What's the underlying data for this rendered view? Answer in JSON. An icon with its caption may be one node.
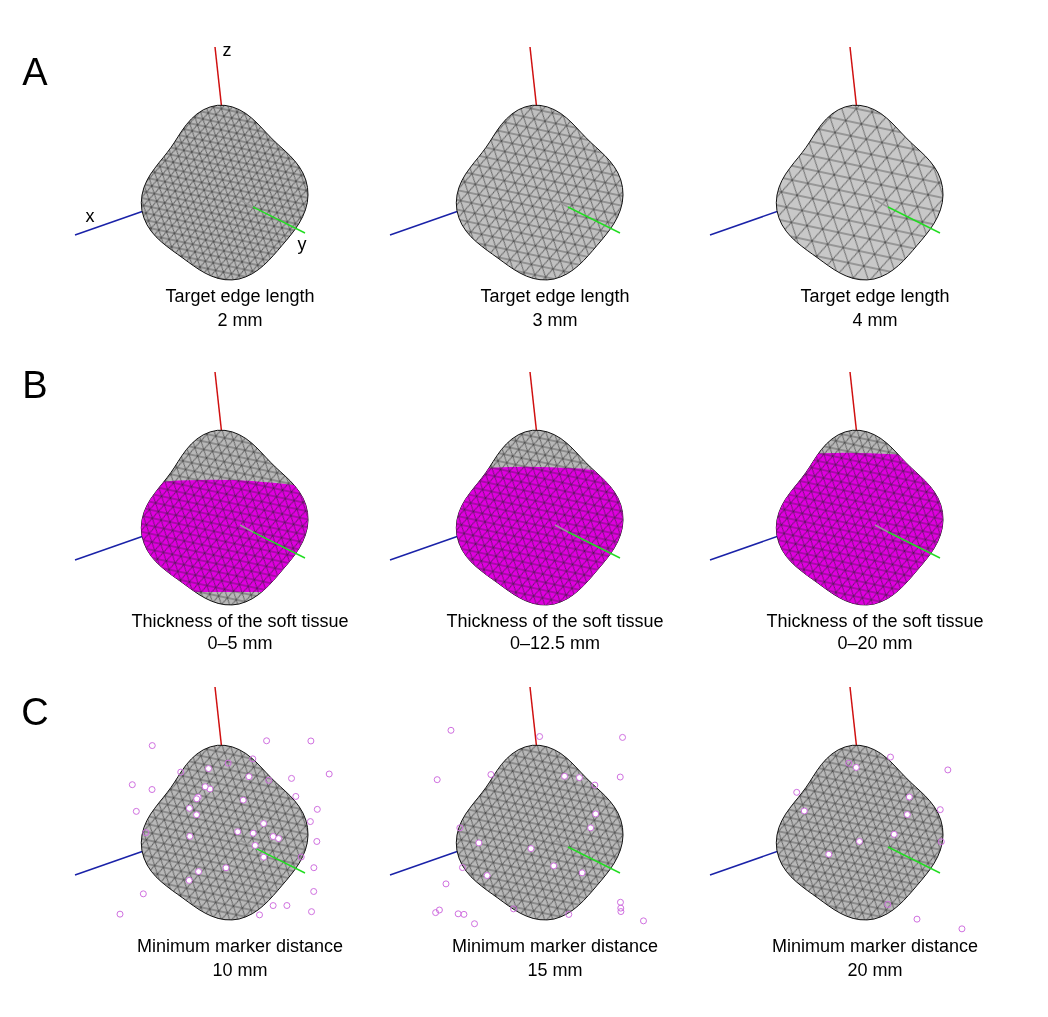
{
  "diagram": {
    "labels": [
      "A",
      "z",
      "x",
      "y",
      "Target edge length",
      "2 mm",
      "Target edge length",
      "3 mm",
      "Target edge length",
      "4 mm",
      "B",
      "Thickness of the soft tissue",
      "0–5 mm",
      "Thickness of the soft tissue",
      "0–12.5 mm",
      "Thickness of the soft tissue",
      "0–20 mm",
      "C",
      "Minimum marker distance",
      "10 mm",
      "Minimum marker distance",
      "15 mm",
      "Minimum marker distance",
      "20 mm"
    ]
  }
}
